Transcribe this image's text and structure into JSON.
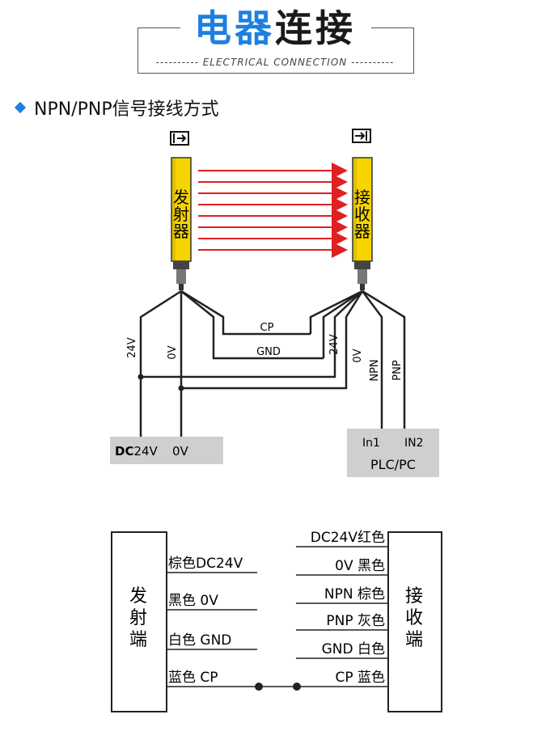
{
  "header": {
    "title_part1": "电器",
    "title_part2": "连接",
    "subtitle": "---------- ELECTRICAL CONNECTION ----------"
  },
  "section": {
    "label": "NPN/PNP信号接线方式"
  },
  "diagram": {
    "emitter_label": [
      "发",
      "射",
      "器"
    ],
    "receiver_label": [
      "接",
      "收",
      "器"
    ],
    "wire_labels": {
      "cp": "CP",
      "gnd": "GND",
      "v24_left": "24V",
      "v0_left": "0V",
      "v24_right": "24V",
      "v0_right": "0V",
      "npn": "NPN",
      "pnp": "PNP"
    },
    "power_box": {
      "dc": "DC",
      "v24": "24V",
      "v0": "0V"
    },
    "plc_box": {
      "in1": "In1",
      "in2": "IN2",
      "name": "PLC/PC"
    }
  },
  "wiring_table": {
    "emitter_end": [
      "发",
      "射",
      "端"
    ],
    "receiver_end": [
      "接",
      "收",
      "端"
    ],
    "emitter_wires": [
      "棕色DC24V",
      "黑色 0V",
      "白色 GND",
      "蓝色 CP"
    ],
    "receiver_wires": [
      "DC24V红色",
      "0V  黑色",
      "NPN 棕色",
      "PNP 灰色",
      "GND 白色",
      "CP 蓝色"
    ]
  },
  "colors": {
    "accent": "#1e7fe0",
    "beam": "#e02020",
    "sensor": "#f5d400",
    "box_gray": "#cfcfcf"
  }
}
